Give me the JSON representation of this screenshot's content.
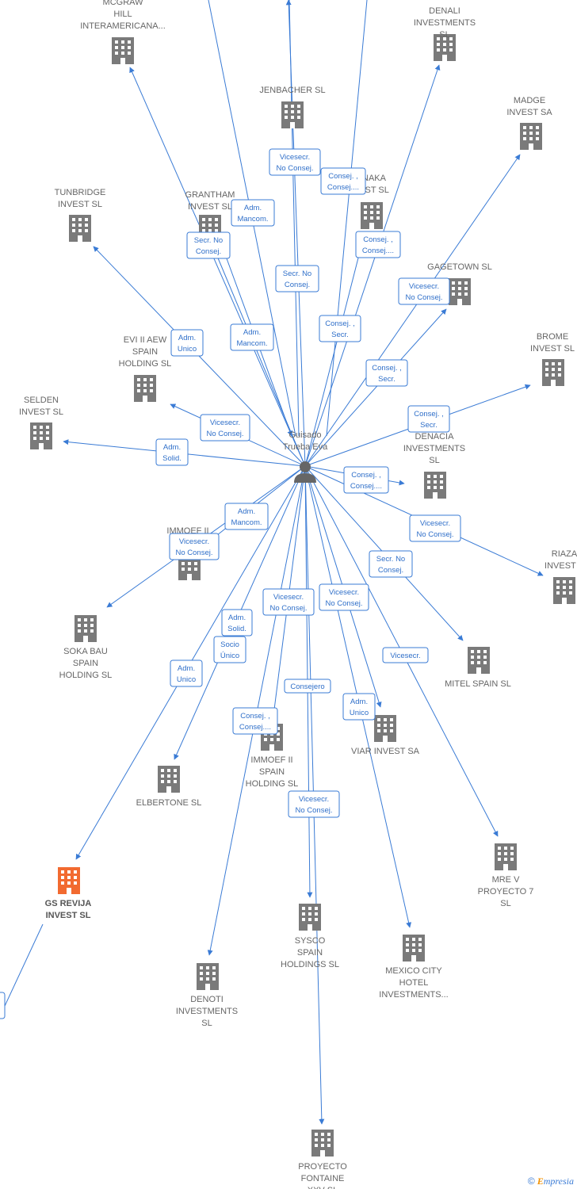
{
  "center": {
    "label": [
      "Guisado",
      "Trueba Eva"
    ]
  },
  "colors": {
    "edge": "#3a7bd5",
    "building": "#7a7a7a",
    "highlight": "#f26a30"
  },
  "companies": [
    {
      "id": "mcgraw",
      "label": [
        "MCGRAW",
        "HILL",
        "INTERAMERICANA..."
      ]
    },
    {
      "id": "denali",
      "label": [
        "DENALI",
        "INVESTMENTS",
        "SL"
      ]
    },
    {
      "id": "jenbacher",
      "label": [
        "JENBACHER SL"
      ]
    },
    {
      "id": "madge",
      "label": [
        "MADGE",
        "INVEST SA"
      ]
    },
    {
      "id": "tunbridge",
      "label": [
        "TUNBRIDGE",
        "INVEST  SL"
      ]
    },
    {
      "id": "grantham",
      "label": [
        "GRANTHAM",
        "INVEST  SL"
      ]
    },
    {
      "id": "naka",
      "label": [
        "NAKA",
        "EST  SL"
      ]
    },
    {
      "id": "gagetown",
      "label": [
        "GAGETOWN  SL"
      ]
    },
    {
      "id": "brome",
      "label": [
        "BROME",
        "INVEST  SL"
      ]
    },
    {
      "id": "evi",
      "label": [
        "EVI II AEW",
        "SPAIN",
        "HOLDING  SL"
      ]
    },
    {
      "id": "selden",
      "label": [
        "SELDEN",
        "INVEST  SL"
      ]
    },
    {
      "id": "denacia",
      "label": [
        "DENACIA",
        "INVESTMENTS",
        "SL"
      ]
    },
    {
      "id": "immoef_top",
      "label": [
        "IMMOEF II"
      ]
    },
    {
      "id": "riaza",
      "label": [
        "RIAZA",
        "INVEST S"
      ]
    },
    {
      "id": "sokabau",
      "label": [
        "SOKA BAU",
        "SPAIN",
        "HOLDING  SL"
      ]
    },
    {
      "id": "mitel",
      "label": [
        "MITEL SPAIN  SL"
      ]
    },
    {
      "id": "viar",
      "label": [
        "VIAR INVEST SA"
      ]
    },
    {
      "id": "immoef",
      "label": [
        "IMMOEF II",
        "SPAIN",
        "HOLDING  SL"
      ]
    },
    {
      "id": "elbertone",
      "label": [
        "ELBERTONE  SL"
      ]
    },
    {
      "id": "mrev",
      "label": [
        "MRE V",
        "PROYECTO 7",
        "SL"
      ]
    },
    {
      "id": "gsrevija",
      "label": [
        "GS REVIJA",
        "INVEST  SL"
      ],
      "highlight": true
    },
    {
      "id": "sysco",
      "label": [
        "SYSCO",
        "SPAIN",
        "HOLDINGS  SL"
      ]
    },
    {
      "id": "mexico",
      "label": [
        "MEXICO CITY",
        "HOTEL",
        "INVESTMENTS..."
      ]
    },
    {
      "id": "denoti",
      "label": [
        "DENOTI",
        "INVESTMENTS",
        "SL"
      ]
    },
    {
      "id": "proyecto",
      "label": [
        "PROYECTO",
        "FONTAINE",
        "XXV  SL"
      ]
    }
  ],
  "relations": [
    {
      "id": "r1",
      "label": [
        "Vicesecr.",
        "No Consej."
      ]
    },
    {
      "id": "r2",
      "label": [
        "Consej. ,",
        "Consej...."
      ]
    },
    {
      "id": "r3",
      "label": [
        "Adm.",
        "Mancom."
      ]
    },
    {
      "id": "r4",
      "label": [
        "Secr.  No",
        "Consej."
      ]
    },
    {
      "id": "r5",
      "label": [
        "Consej. ,",
        "Consej...."
      ]
    },
    {
      "id": "r6",
      "label": [
        "Secr.  No",
        "Consej."
      ]
    },
    {
      "id": "r7",
      "label": [
        "Vicesecr.",
        "No Consej."
      ]
    },
    {
      "id": "r8",
      "label": [
        "Adm.",
        "Unico"
      ]
    },
    {
      "id": "r9",
      "label": [
        "Adm.",
        "Mancom."
      ]
    },
    {
      "id": "r10",
      "label": [
        "Consej. ,",
        "Secr."
      ]
    },
    {
      "id": "r11",
      "label": [
        "Consej. ,",
        "Secr."
      ]
    },
    {
      "id": "r12",
      "label": [
        "Vicesecr.",
        "No Consej."
      ]
    },
    {
      "id": "r13",
      "label": [
        "Consej. ,",
        "Secr."
      ]
    },
    {
      "id": "r14",
      "label": [
        "Adm.",
        "Solid."
      ]
    },
    {
      "id": "r15",
      "label": [
        "Consej. ,",
        "Consej...."
      ]
    },
    {
      "id": "r16",
      "label": [
        "Adm.",
        "Mancom."
      ]
    },
    {
      "id": "r17",
      "label": [
        "Vicesecr.",
        "No Consej."
      ]
    },
    {
      "id": "r18",
      "label": [
        "Vicesecr.",
        "No Consej."
      ]
    },
    {
      "id": "r19",
      "label": [
        "Secr.  No",
        "Consej."
      ]
    },
    {
      "id": "r20",
      "label": [
        "Vicesecr.",
        "No Consej."
      ]
    },
    {
      "id": "r21",
      "label": [
        "Vicesecr.",
        "No Consej."
      ]
    },
    {
      "id": "r22",
      "label": [
        "Adm.",
        "Solid."
      ]
    },
    {
      "id": "r23",
      "label": [
        "Socio",
        "Único"
      ]
    },
    {
      "id": "r24",
      "label": [
        "Adm.",
        "Unico"
      ]
    },
    {
      "id": "r25",
      "label": [
        "Vicesecr."
      ]
    },
    {
      "id": "r26",
      "label": [
        "Consejero"
      ]
    },
    {
      "id": "r27",
      "label": [
        "Adm.",
        "Unico"
      ]
    },
    {
      "id": "r28",
      "label": [
        "Consej. ,",
        "Consej...."
      ]
    },
    {
      "id": "r29",
      "label": [
        "Vicesecr.",
        "No Consej."
      ]
    }
  ],
  "brand": {
    "copyright": "©",
    "first": "E",
    "rest": "mpresia"
  }
}
